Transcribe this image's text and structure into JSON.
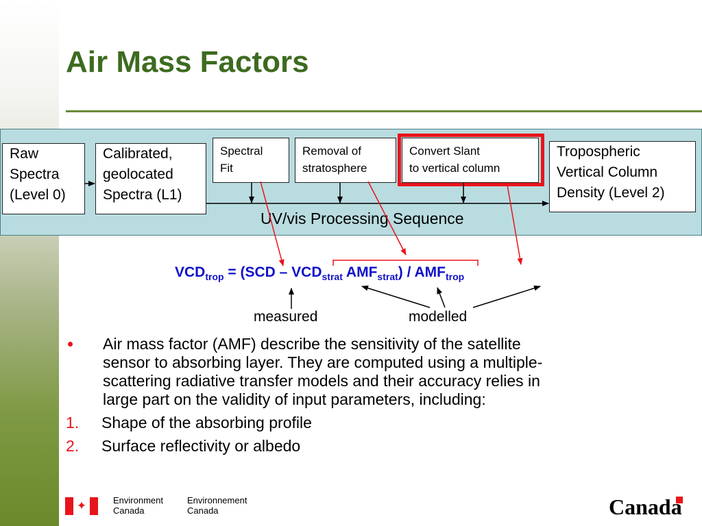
{
  "slide": {
    "title": "Air Mass Factors"
  },
  "diagram": {
    "boxes": {
      "raw": [
        "Raw",
        "Spectra",
        "(Level 0)"
      ],
      "calibrated": [
        "Calibrated,",
        "geolocated",
        "Spectra (L1)"
      ],
      "spectral_fit": [
        "Spectral",
        "Fit"
      ],
      "removal": [
        "Removal of",
        "stratosphere"
      ],
      "convert": [
        "Convert Slant",
        "to vertical column"
      ],
      "tropospheric": [
        "Tropospheric",
        "Vertical Column",
        "Density (Level 2)"
      ]
    },
    "sequence_label": "UV/vis Processing Sequence",
    "highlight_color": "#e8141b",
    "band_color": "#b9dce0"
  },
  "equation": {
    "lhs": "VCD",
    "lhs_sub": "trop",
    "eq_open": " = (SCD – VCD",
    "strat_sub_1": "strat",
    "amf_mid": " AMF",
    "strat_sub_2": "strat",
    "div": ") / AMF",
    "trop_sub": "trop",
    "color": "#1010c8"
  },
  "annotations": {
    "measured": "measured",
    "modelled": "modelled"
  },
  "bullets": [
    {
      "marker": "•",
      "lines": [
        "Air mass factor (AMF) describe the sensitivity of the satellite",
        "sensor to absorbing layer.  They are computed using a multiple-",
        "scattering radiative transfer models and their accuracy relies in",
        "large part on the validity of input parameters, including:"
      ]
    },
    {
      "marker": "1.",
      "lines": [
        "Shape of the absorbing profile"
      ]
    },
    {
      "marker": "2.",
      "lines": [
        "Surface reflectivity or albedo"
      ]
    }
  ],
  "footer": {
    "dept_en": [
      "Environment",
      "Canada"
    ],
    "dept_fr": [
      "Environnement",
      "Canada"
    ],
    "wordmark": "Canada"
  },
  "colors": {
    "title": "#3d6b1f",
    "accent_red": "#e8141b"
  }
}
